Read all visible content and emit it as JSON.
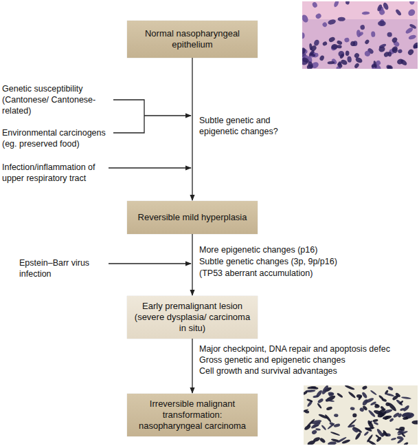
{
  "diagram": {
    "nodes": [
      {
        "text": [
          "Normal nasopharyngeal epithelium"
        ]
      },
      {
        "text": [
          "Reversible mild hyperplasia"
        ]
      },
      {
        "text": [
          "Early premalignant lesion (severe dysplasia/ carcinoma in situ)"
        ]
      },
      {
        "text": [
          "Irreversible malignant transformation: nasopharyngeal carcinoma"
        ]
      }
    ],
    "edges": [
      {
        "from": 0,
        "to": 1,
        "arrow": "to"
      },
      {
        "from": 1,
        "to": 2,
        "arrow": "to"
      },
      {
        "from": 2,
        "to": 3,
        "arrow": "to"
      }
    ],
    "labels": [
      "Genetic susceptibility (Cantonese/ Cantonese-related)",
      "Environmental carcinogens (eg. preserved food)",
      "Infection/inflammation of upper respiratory tract",
      "Subtle genetic and epigenetic changes?",
      "Epstein–Barr virus infection",
      "More epigenetic changes (p16)",
      "Subtle genetic changes (3p, 9p/p16)",
      "(TP53 aberrant accumulation)",
      "Major checkpoint, DNA repair and apoptosis defec",
      "Gross genetic and epigenetic changes",
      "Cell growth and survival advantages"
    ]
  }
}
